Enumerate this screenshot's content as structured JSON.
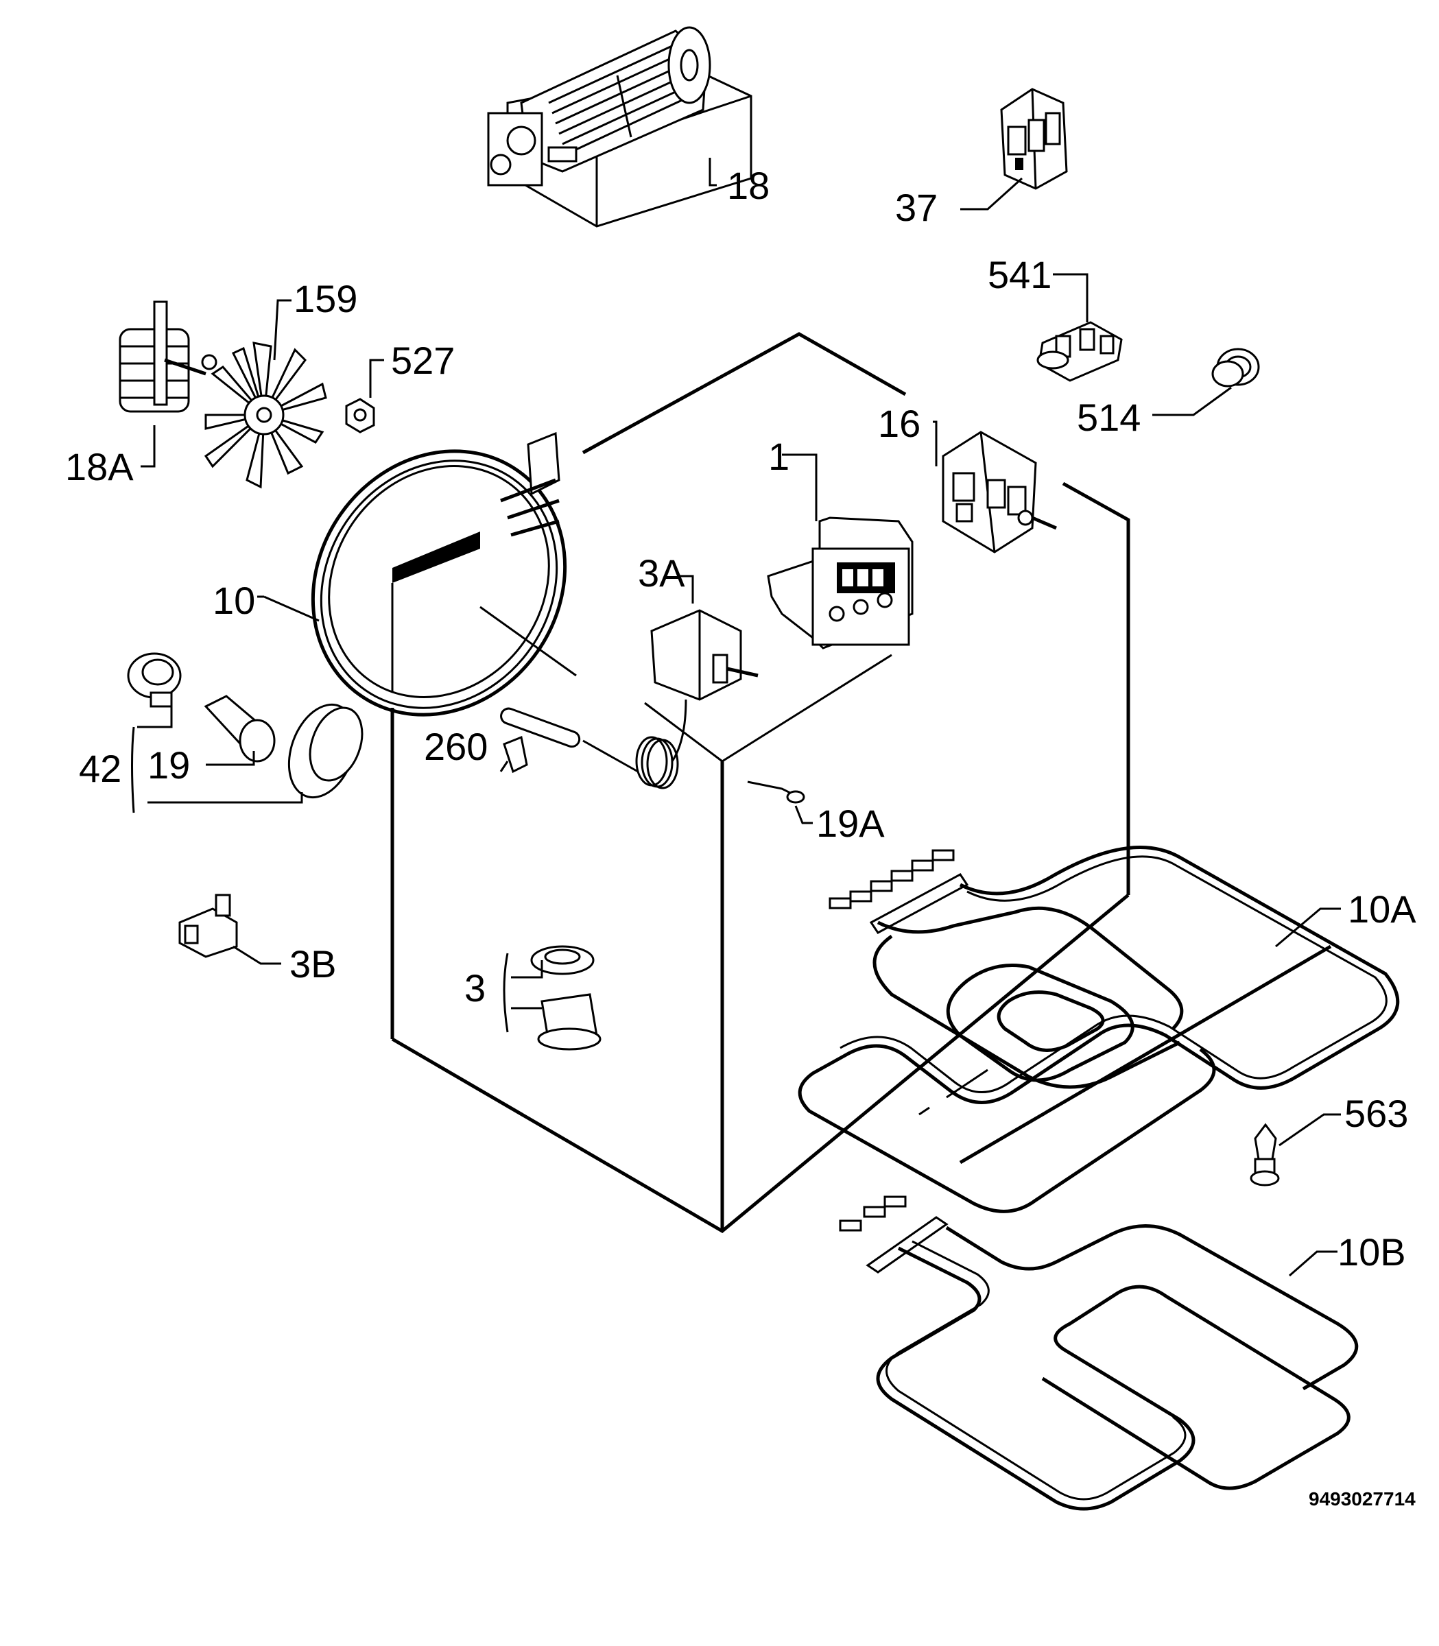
{
  "labels": {
    "l18": "18",
    "l37": "37",
    "l159": "159",
    "l541": "541",
    "l527": "527",
    "l514": "514",
    "l18A": "18A",
    "l16": "16",
    "l1": "1",
    "l3A": "3A",
    "l10": "10",
    "l42": "42",
    "l19": "19",
    "l260": "260",
    "l19A": "19A",
    "l10A": "10A",
    "l3B": "3B",
    "l3": "3",
    "l563": "563",
    "l10B": "10B"
  },
  "drawing_number": "9493027714"
}
